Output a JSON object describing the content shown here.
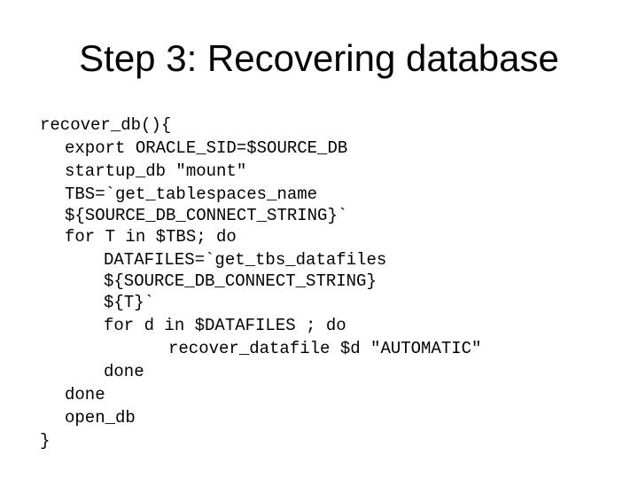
{
  "slide": {
    "title": "Step 3: Recovering database",
    "colors": {
      "background": "#ffffff",
      "text": "#000000"
    },
    "code": {
      "language": "shell",
      "lines": [
        {
          "text": "recover_db(){",
          "indent": 0,
          "wrap": false
        },
        {
          "text": "export ORACLE_SID=$SOURCE_DB",
          "indent": 1,
          "wrap": false
        },
        {
          "text": "startup_db \"mount\"",
          "indent": 1,
          "wrap": false
        },
        {
          "text": "TBS=`get_tablespaces_name",
          "indent": 1,
          "wrap": false
        },
        {
          "text": "${SOURCE_DB_CONNECT_STRING}`",
          "indent": 1,
          "wrap": true
        },
        {
          "text": "for T in $TBS; do",
          "indent": 1,
          "wrap": false
        },
        {
          "text": "DATAFILES=`get_tbs_datafiles",
          "indent": 2,
          "wrap": false
        },
        {
          "text": "${SOURCE_DB_CONNECT_STRING}",
          "indent": 2,
          "wrap": true
        },
        {
          "text": "${T}`",
          "indent": 2,
          "wrap": false
        },
        {
          "text": "for d in $DATAFILES ; do",
          "indent": 2,
          "wrap": false
        },
        {
          "text": "recover_datafile $d \"AUTOMATIC\"",
          "indent": 3,
          "wrap": false
        },
        {
          "text": "done",
          "indent": 2,
          "wrap": false
        },
        {
          "text": "done",
          "indent": 1,
          "wrap": false
        },
        {
          "text": "open_db",
          "indent": 1,
          "wrap": false
        },
        {
          "text": "}",
          "indent": 0,
          "wrap": false
        }
      ]
    }
  }
}
